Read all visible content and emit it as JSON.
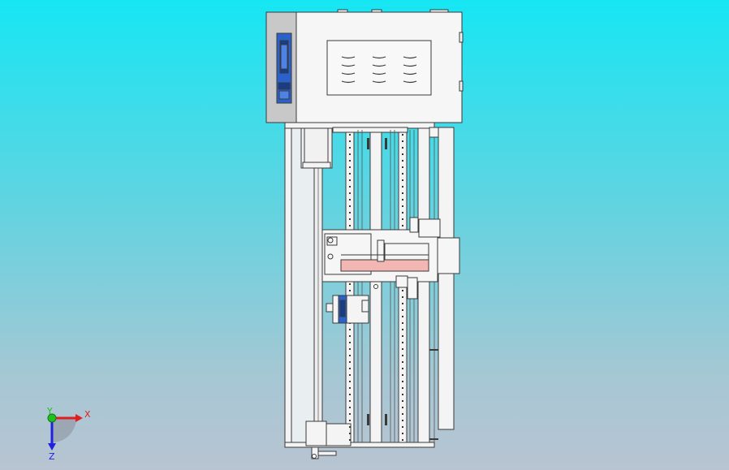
{
  "viewport": {
    "background_top": "#16e6f3",
    "background_bottom": "#b8c4d2"
  },
  "model": {
    "view": "front",
    "line_color": "#3a3a3a",
    "part_fill": "#f4f4f4",
    "housing_side_fill": "#c8c8c8",
    "connector_color": "#2a62c9",
    "highlight_color": "#f2b7b2"
  },
  "triad": {
    "x_label": "X",
    "y_label": "Y",
    "z_label": "Z",
    "x_color": "#e02020",
    "y_color": "#20c020",
    "z_color": "#2020e0"
  }
}
